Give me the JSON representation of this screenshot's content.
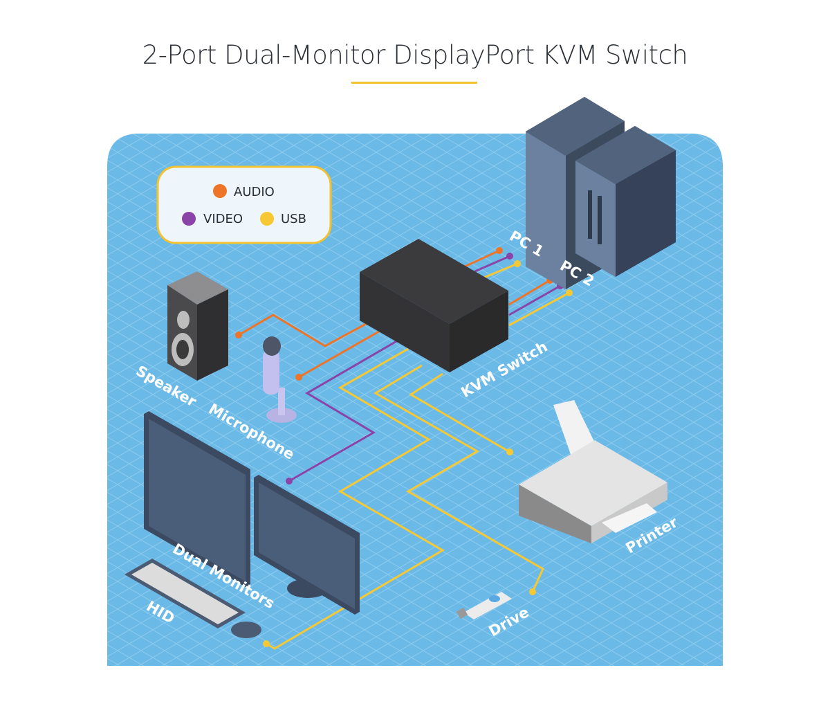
{
  "title": "2-Port Dual-Monitor DisplayPort KVM Switch",
  "legend": [
    {
      "label": "AUDIO",
      "color": "#ee7427"
    },
    {
      "label": "VIDEO",
      "color": "#8a44a8"
    },
    {
      "label": "USB",
      "color": "#f6c934"
    }
  ],
  "labels": {
    "pc1": "PC 1",
    "pc2": "PC 2",
    "kvm": "KVM Switch",
    "speaker": "Speaker",
    "microphone": "Microphone",
    "monitors": "Dual Monitors",
    "hid": "HID",
    "printer": "Printer",
    "drive": "Drive"
  },
  "colors": {
    "background": "#6bb9e7",
    "accent": "#f2c230"
  }
}
